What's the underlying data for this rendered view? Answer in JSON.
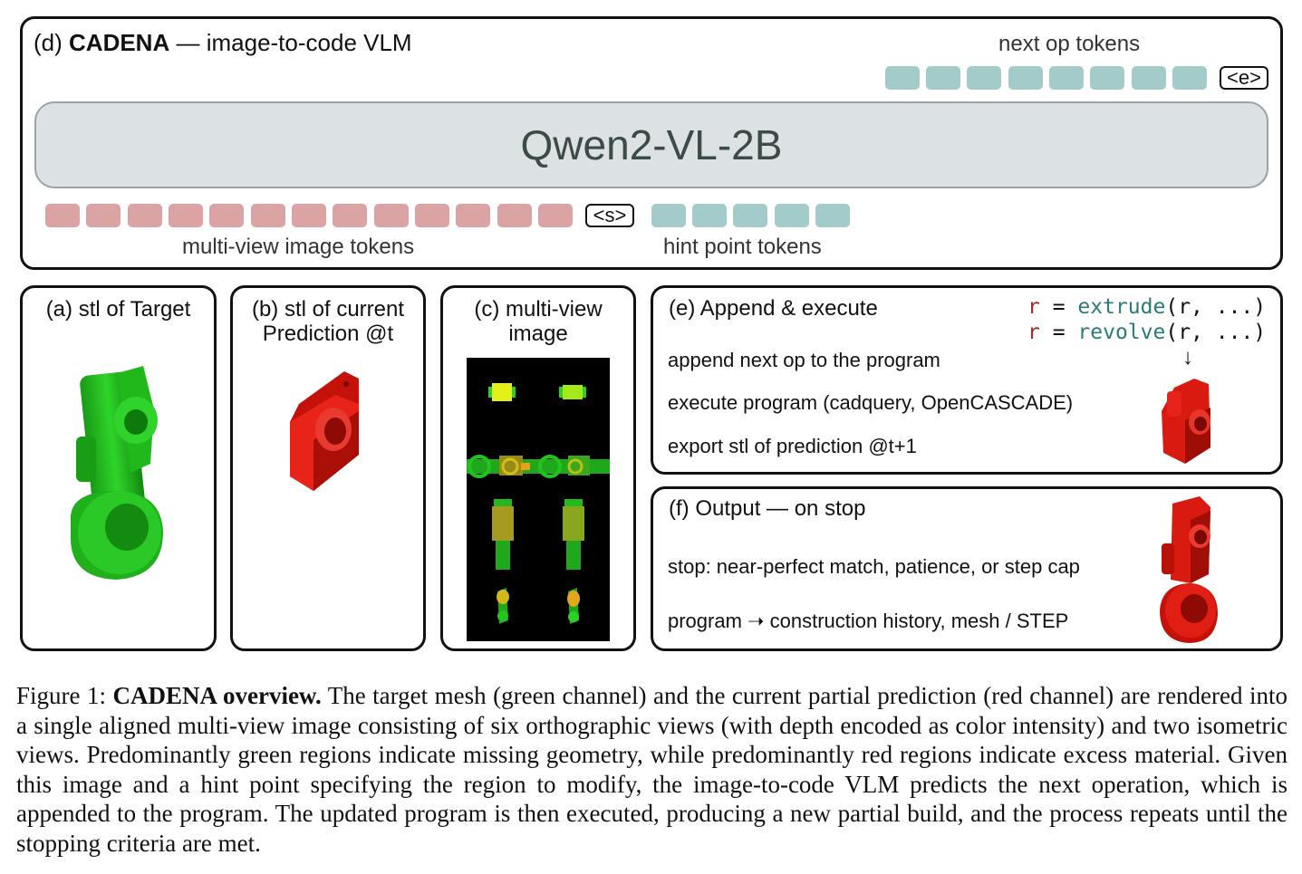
{
  "panel_d": {
    "title_prefix": "(d)",
    "title_bold": "CADENA",
    "title_suffix": "— image-to-code VLM",
    "next_tokens_label": "next op tokens",
    "end_token": "<e>",
    "model_name": "Qwen2-VL-2B",
    "start_token": "<s>",
    "image_tokens_label": "multi-view image tokens",
    "hint_tokens_label": "hint point tokens",
    "colors": {
      "next_token": "#a3cbca",
      "image_token": "#dba3a3",
      "hint_token": "#a3cbca",
      "model_fill": "#dce1e3"
    }
  },
  "panel_a": {
    "title": "(a) stl of Target",
    "mesh_color": "#22c41e",
    "mesh_icon": "green-target-mesh-icon"
  },
  "panel_b": {
    "title_line1": "(b) stl of current",
    "title_line2": "Prediction @t",
    "mesh_color": "#d81a10",
    "mesh_icon": "red-prediction-mesh-icon"
  },
  "panel_c": {
    "title_line1": "(c) multi-view",
    "title_line2": "image"
  },
  "panel_e": {
    "title": "(e) Append & execute",
    "code_line1": {
      "var": "r",
      "eq": " = ",
      "fn": "extrude",
      "args": "(r, ...)"
    },
    "code_line2": {
      "var": "r",
      "eq": " = ",
      "fn": "revolve",
      "args": "(r, ...)"
    },
    "step1": "append next op to the program",
    "step2": "execute program (cadquery, OpenCASCADE)",
    "step3": "export stl of prediction @t+1",
    "arrow_glyph": "↓",
    "code_colors": {
      "var": "#9c2a22",
      "fn": "#2a7a7a"
    }
  },
  "panel_f": {
    "title": "(f) Output — on stop",
    "stop_text": "stop: near-perfect match, patience, or step cap",
    "output_prefix": "program",
    "output_arrow": "➝",
    "output_text": "construction history, mesh / STEP"
  },
  "caption": {
    "figure_label": "Figure 1:",
    "bold_title": "CADENA overview.",
    "body": "The target mesh (green channel) and the current partial prediction (red channel) are rendered into a single aligned multi-view image consisting of six orthographic views (with depth encoded as color intensity) and two isometric views. Predominantly green regions indicate missing geometry, while predominantly red regions indicate excess material. Given this image and a hint point specifying the region to modify, the image-to-code VLM predicts the next operation, which is appended to the program. The updated program is then executed, producing a new partial build, and the process repeats until the stopping criteria are met."
  }
}
